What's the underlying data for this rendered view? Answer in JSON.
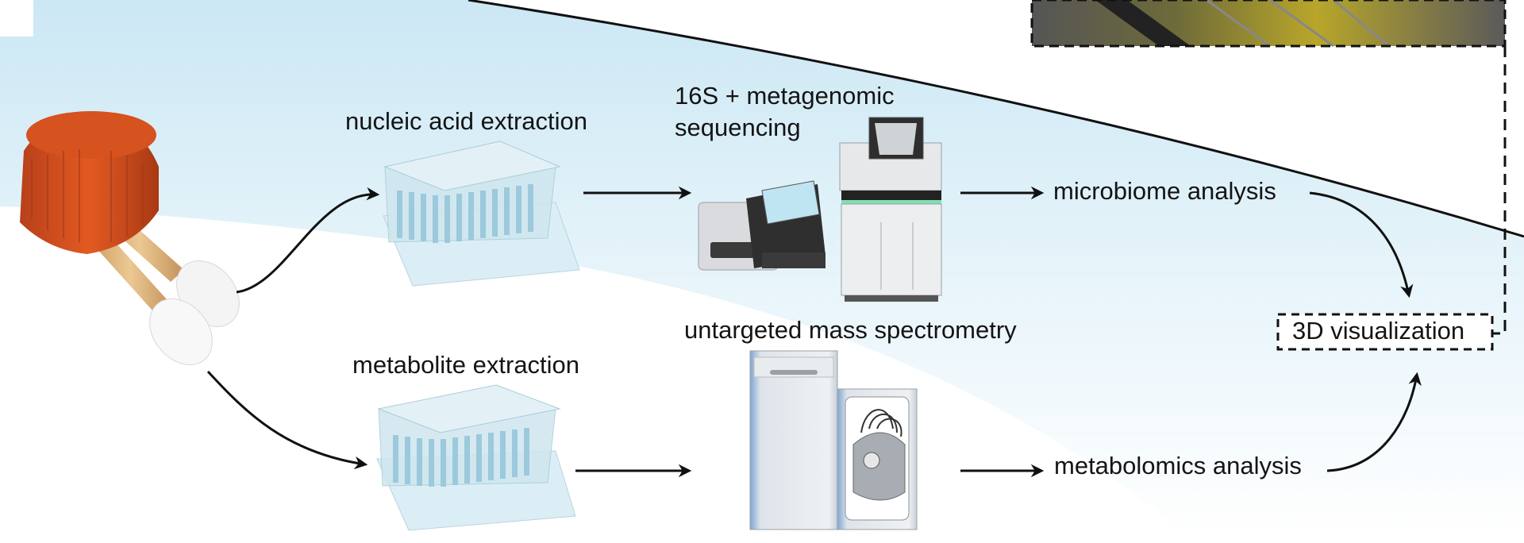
{
  "labels": {
    "nucleic": "nucleic acid extraction",
    "seq_line1": "16S + metagenomic",
    "seq_line2": "sequencing",
    "metabolite": "metabolite extraction",
    "massspec": "untargeted mass spectrometry",
    "microbiome": "microbiome analysis",
    "metabolomics": "metabolomics analysis",
    "viz": "3D visualization"
  },
  "colors": {
    "sky_top": "#c9e6f3",
    "swab_cap": "#d4521f",
    "swab_stick": "#d9b27c",
    "plate": "#cfe6ef",
    "wells": "#9cc9dc",
    "arrow": "#111111",
    "sequencer_accent": "#7fe0b0",
    "ms_blue": "#8eb3d9",
    "render_yellow": "#b8a62a"
  }
}
